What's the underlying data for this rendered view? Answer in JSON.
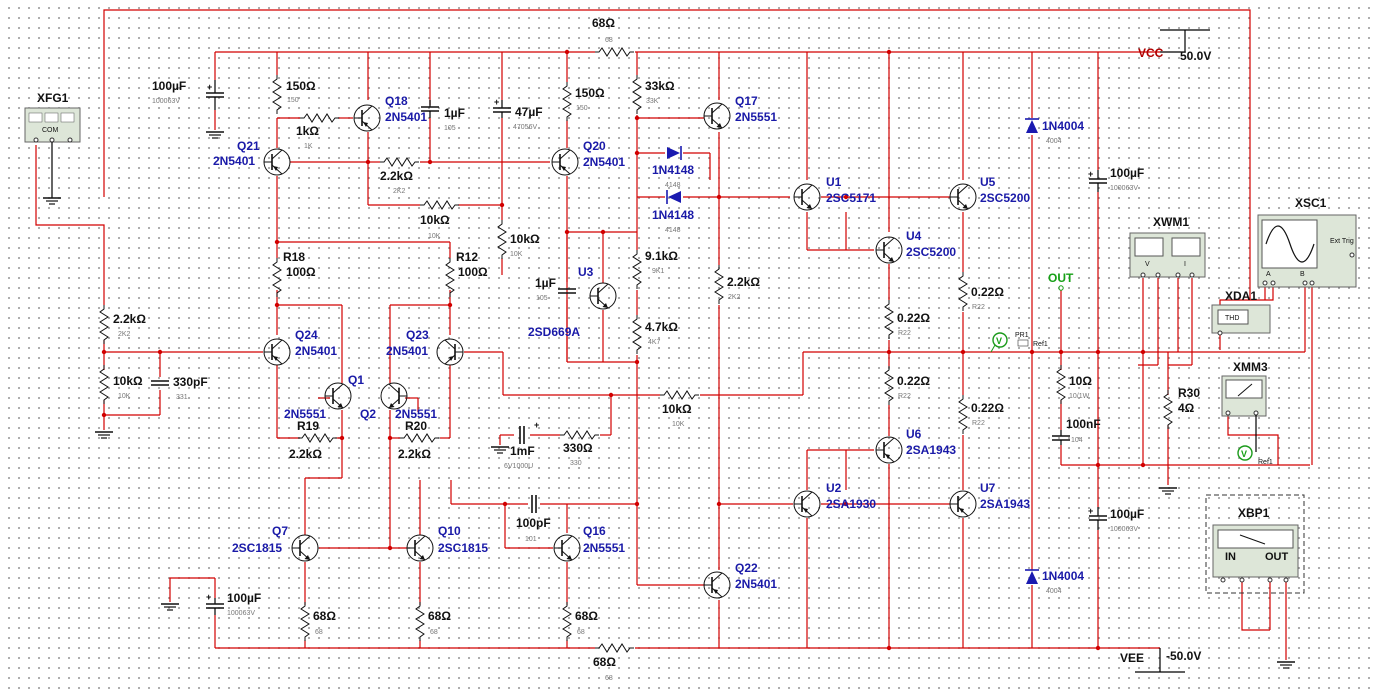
{
  "rails": {
    "vcc_name": "VCC",
    "vcc_value": "50.0V",
    "vee_name": "VEE",
    "vee_value": "-50.0V"
  },
  "instruments": {
    "xfg1": "XFG1",
    "xfg1_com": "COM",
    "xsc1": "XSC1",
    "xsc1_ext": "Ext Trig",
    "xsc1_a": "A",
    "xsc1_b": "B",
    "xwm1": "XWM1",
    "xwm1_v": "V",
    "xwm1_i": "I",
    "xda1": "XDA1",
    "xda1_thd": "THD",
    "xmm3": "XMM3",
    "xbp1": "XBP1",
    "xbp1_in": "IN",
    "xbp1_out": "OUT",
    "pr1": "PR1",
    "ref": "Ref1",
    "out": "OUT"
  },
  "transistors": [
    {
      "id": "q21",
      "name": "Q21",
      "part": "2N5401"
    },
    {
      "id": "q18",
      "name": "Q18",
      "part": "2N5401"
    },
    {
      "id": "q20",
      "name": "Q20",
      "part": "2N5401"
    },
    {
      "id": "q17",
      "name": "Q17",
      "part": "2N5551"
    },
    {
      "id": "u1",
      "name": "U1",
      "part": "2SC5171"
    },
    {
      "id": "u5",
      "name": "U5",
      "part": "2SC5200"
    },
    {
      "id": "u4",
      "name": "U4",
      "part": "2SC5200"
    },
    {
      "id": "u3",
      "name": "U3",
      "part": "2SD669A"
    },
    {
      "id": "q24",
      "name": "Q24",
      "part": "2N5401"
    },
    {
      "id": "q23",
      "name": "Q23",
      "part": "2N5401"
    },
    {
      "id": "q1",
      "name": "Q1",
      "part": "2N5551"
    },
    {
      "id": "q2",
      "name": "Q2",
      "part": "2N5551"
    },
    {
      "id": "u6",
      "name": "U6",
      "part": "2SA1943"
    },
    {
      "id": "u2",
      "name": "U2",
      "part": "2SA1930"
    },
    {
      "id": "u7",
      "name": "U7",
      "part": "2SA1943"
    },
    {
      "id": "q7",
      "name": "Q7",
      "part": "2SC1815"
    },
    {
      "id": "q10",
      "name": "Q10",
      "part": "2SC1815"
    },
    {
      "id": "q16",
      "name": "Q16",
      "part": "2N5551"
    },
    {
      "id": "q22",
      "name": "Q22",
      "part": "2N5401"
    }
  ],
  "components": {
    "r_68_top": "68Ω",
    "r_68_top_sub": "68",
    "r_68_bot": "68Ω",
    "r_68_bot_sub": "68",
    "c_100u_a": "100µF",
    "c_100u_a_sub": "100063V",
    "r_150_a": "150Ω",
    "r_150_a_sub": "150",
    "r_1k": "1kΩ",
    "r_1k_sub": "1K",
    "c_1u_a": "1µF",
    "c_1u_a_sub": "105",
    "c_47u": "47µF",
    "c_47u_sub": "47056V",
    "r_150_b": "150Ω",
    "r_150_b_sub": "150",
    "r_33k": "33kΩ",
    "r_33k_sub": "33K",
    "r_2k2_a": "2.2kΩ",
    "r_2k2_a_sub": "2K2",
    "r_10k_a": "10kΩ",
    "r_10k_a_sub": "10K",
    "r_10k_b": "10kΩ",
    "r_10k_b_sub": "10K",
    "d_4148_a": "1N4148",
    "d_4148_a_sub": "4148",
    "d_4148_b": "1N4148",
    "d_4148_b_sub": "4148",
    "d_4004_a": "1N4004",
    "d_4004_a_sub": "4004",
    "d_4004_b": "1N4004",
    "d_4004_b_sub": "4004",
    "c_100u_b": "100µF",
    "c_100u_b_sub": "100063V",
    "c_100u_c": "100µF",
    "c_100u_c_sub": "100063V",
    "c_100u_d": "100µF",
    "c_100u_d_sub": "100063V",
    "r18_name": "R18",
    "r18_val": "100Ω",
    "r12_name": "R12",
    "r12_val": "100Ω",
    "r_9k1": "9.1kΩ",
    "r_9k1_sub": "9K1",
    "c_1u_b": "1µF",
    "c_1u_b_sub": "105",
    "r_4k7": "4.7kΩ",
    "r_4k7_sub": "4K7",
    "r_2k2_b": "2.2kΩ",
    "r_2k2_b_sub": "2K2",
    "r_2k2_in": "2.2kΩ",
    "r_2k2_in_sub": "2K2",
    "r_10k_in": "10kΩ",
    "r_10k_in_sub": "10K",
    "c_330p": "330pF",
    "c_330p_sub": "331",
    "r19_name": "R19",
    "r19_val": "2.2kΩ",
    "r20_name": "R20",
    "r20_val": "2.2kΩ",
    "r_10k_fb": "10kΩ",
    "r_10k_fb_sub": "10K",
    "c_1m": "1mF",
    "c_1m_sub": "6V1000U",
    "r_330": "330Ω",
    "r_330_sub": "330",
    "c_100p": "100pF",
    "c_100p_sub": "101",
    "r_022_a": "0.22Ω",
    "r_022_a_sub": "R22",
    "r_022_b": "0.22Ω",
    "r_022_b_sub": "R22",
    "r_022_c": "0.22Ω",
    "r_022_c_sub": "R22",
    "r_022_d": "0.22Ω",
    "r_022_d_sub": "R22",
    "r_10": "10Ω",
    "r_10_sub": "10/1W",
    "c_100n": "100nF",
    "c_100n_sub": "104",
    "r30_name": "R30",
    "r30_val": "4Ω",
    "r_68_a": "68Ω",
    "r_68_a_sub": "68",
    "r_68_b": "68Ω",
    "r_68_b_sub": "68",
    "r_68_c": "68Ω",
    "r_68_c_sub": "68"
  }
}
